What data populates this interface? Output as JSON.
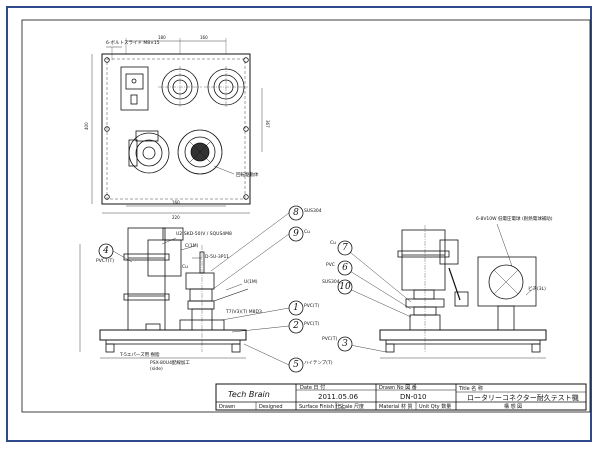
{
  "title_block": {
    "company": "Tech   Brain",
    "date_label": "Date  日  付",
    "date_value": "2011.05.06",
    "drawn_no_label": "Drawn  No  図  番",
    "drawn_no_value": "DN-010",
    "title_label": "Title  名  称",
    "title_value": "ロータリーコネクター耐久テスト機",
    "subtitle_value": "構  想  図",
    "drawn_label": "Drawn",
    "designed_label": "Designed",
    "surface_label": "Surface Finish  仕上",
    "scale_label": "Scale  尺度",
    "material_label": "Material  材  質",
    "unit_label": "Unit Qty  数量"
  },
  "plan_view": {
    "top_callout": "6-ボルトスライド  M8×15",
    "dim_top_left": "180",
    "dim_top_right": "160",
    "dim_bottom_inner": "160",
    "dim_bottom_outer": "220",
    "dim_right": "367",
    "dim_left": "400",
    "motor_label": "回転駆動体"
  },
  "front_view": {
    "balloons": [
      "8",
      "9",
      "4",
      "1",
      "2",
      "5"
    ],
    "callouts": [
      "SUS304",
      "Cu",
      "PVC7(T)",
      "U2(SKD-50)V  /  SQUS4M8",
      "C(1M)",
      "D-5U-3P11",
      "Cu",
      "U(1M)",
      "T7(V3)(T) M8D3",
      "PVC(T)",
      "PVC(T)",
      "T-5エパーズ用 樹脂",
      "PSX-80U4配線加工",
      "(side)",
      "ハイテンプ(T)"
    ]
  },
  "side_view": {
    "balloons": [
      "7",
      "6",
      "10",
      "3"
    ],
    "callouts": [
      "6-8V10W  低電圧電球 (耐熱電球補助)",
      "Cu",
      "PVC",
      "SUS304",
      "PVC(T)",
      "ビス(3L)"
    ]
  }
}
